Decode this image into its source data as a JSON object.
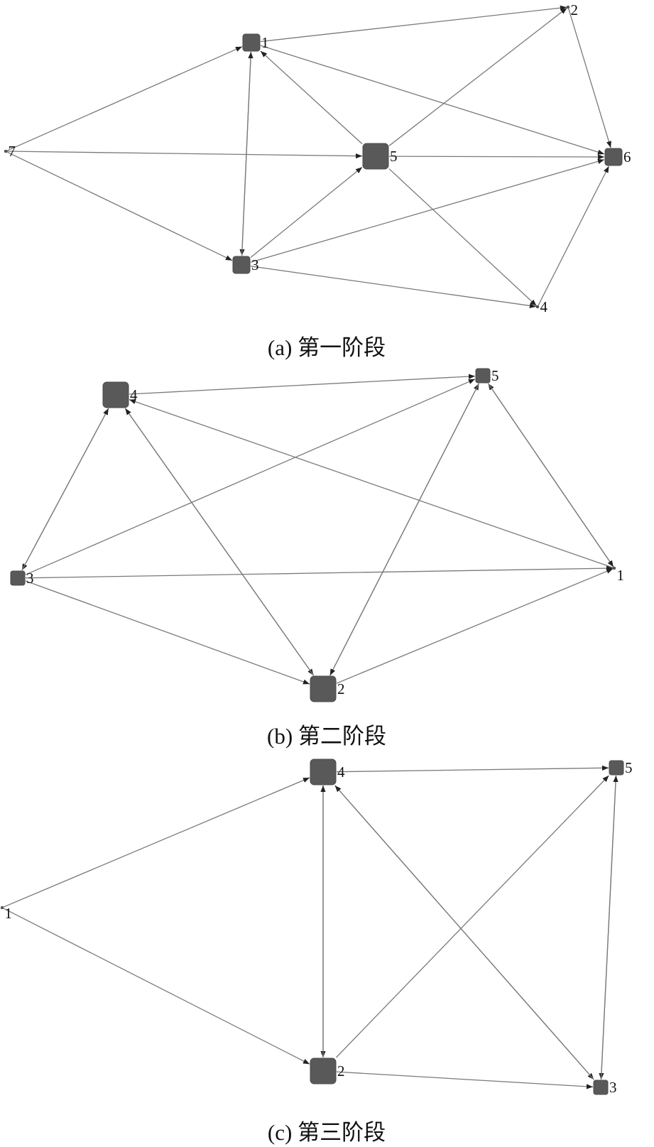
{
  "colors": {
    "node": "#595959",
    "edge": "#7a7a7a",
    "text": "#111111"
  },
  "panels": [
    {
      "id": "a",
      "caption": "(a) 第一阶段",
      "nodes": [
        {
          "id": "1",
          "label": "1"
        },
        {
          "id": "2",
          "label": "2"
        },
        {
          "id": "3",
          "label": "3"
        },
        {
          "id": "4",
          "label": "4"
        },
        {
          "id": "5",
          "label": "5"
        },
        {
          "id": "6",
          "label": "6"
        },
        {
          "id": "7",
          "label": "7"
        }
      ],
      "edges": [
        {
          "from": "7",
          "to": "1"
        },
        {
          "from": "7",
          "to": "5"
        },
        {
          "from": "7",
          "to": "3"
        },
        {
          "from": "1",
          "to": "2"
        },
        {
          "from": "1",
          "to": "6"
        },
        {
          "from": "1",
          "to": "3"
        },
        {
          "from": "3",
          "to": "1"
        },
        {
          "from": "5",
          "to": "1"
        },
        {
          "from": "5",
          "to": "2"
        },
        {
          "from": "5",
          "to": "6"
        },
        {
          "from": "5",
          "to": "4"
        },
        {
          "from": "3",
          "to": "5"
        },
        {
          "from": "3",
          "to": "6"
        },
        {
          "from": "3",
          "to": "4"
        },
        {
          "from": "2",
          "to": "6"
        },
        {
          "from": "4",
          "to": "6"
        }
      ]
    },
    {
      "id": "b",
      "caption": "(b) 第二阶段",
      "nodes": [
        {
          "id": "1",
          "label": "1"
        },
        {
          "id": "2",
          "label": "2"
        },
        {
          "id": "3",
          "label": "3"
        },
        {
          "id": "4",
          "label": "4"
        },
        {
          "id": "5",
          "label": "5"
        }
      ],
      "edges": [
        {
          "from": "4",
          "to": "5"
        },
        {
          "from": "4",
          "to": "3"
        },
        {
          "from": "3",
          "to": "4"
        },
        {
          "from": "4",
          "to": "2"
        },
        {
          "from": "2",
          "to": "4"
        },
        {
          "from": "1",
          "to": "4"
        },
        {
          "from": "3",
          "to": "5"
        },
        {
          "from": "3",
          "to": "1"
        },
        {
          "from": "3",
          "to": "2"
        },
        {
          "from": "2",
          "to": "5"
        },
        {
          "from": "5",
          "to": "2"
        },
        {
          "from": "2",
          "to": "1"
        },
        {
          "from": "1",
          "to": "5"
        },
        {
          "from": "5",
          "to": "1"
        }
      ]
    },
    {
      "id": "c",
      "caption": "(c) 第三阶段",
      "nodes": [
        {
          "id": "1",
          "label": "1"
        },
        {
          "id": "2",
          "label": "2"
        },
        {
          "id": "3",
          "label": "3"
        },
        {
          "id": "4",
          "label": "4"
        },
        {
          "id": "5",
          "label": "5"
        }
      ],
      "edges": [
        {
          "from": "1",
          "to": "4"
        },
        {
          "from": "1",
          "to": "2"
        },
        {
          "from": "4",
          "to": "5"
        },
        {
          "from": "4",
          "to": "2"
        },
        {
          "from": "2",
          "to": "4"
        },
        {
          "from": "4",
          "to": "3"
        },
        {
          "from": "3",
          "to": "4"
        },
        {
          "from": "2",
          "to": "5"
        },
        {
          "from": "2",
          "to": "3"
        },
        {
          "from": "5",
          "to": "3"
        },
        {
          "from": "3",
          "to": "5"
        }
      ]
    }
  ]
}
